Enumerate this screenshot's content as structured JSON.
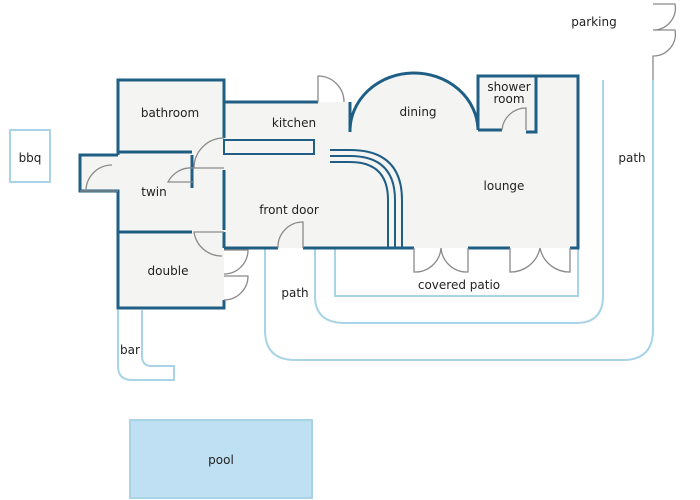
{
  "rooms": {
    "bathroom": "bathroom",
    "kitchen": "kitchen",
    "dining": "dining",
    "shower_room_line1": "shower",
    "shower_room_line2": "room",
    "twin": "twin",
    "front_door": "front door",
    "lounge": "lounge",
    "double": "double"
  },
  "outdoor": {
    "bbq": "bbq",
    "parking": "parking",
    "path_right": "path",
    "path_left": "path",
    "covered_patio": "covered patio",
    "bar": "bar",
    "pool": "pool"
  },
  "colors": {
    "wall": "#1f5f86",
    "outdoor_path": "#a9d3e6",
    "pool_fill": "#bfe0f3",
    "floor": "#f4f4f2",
    "door": "#8a8a8a"
  }
}
